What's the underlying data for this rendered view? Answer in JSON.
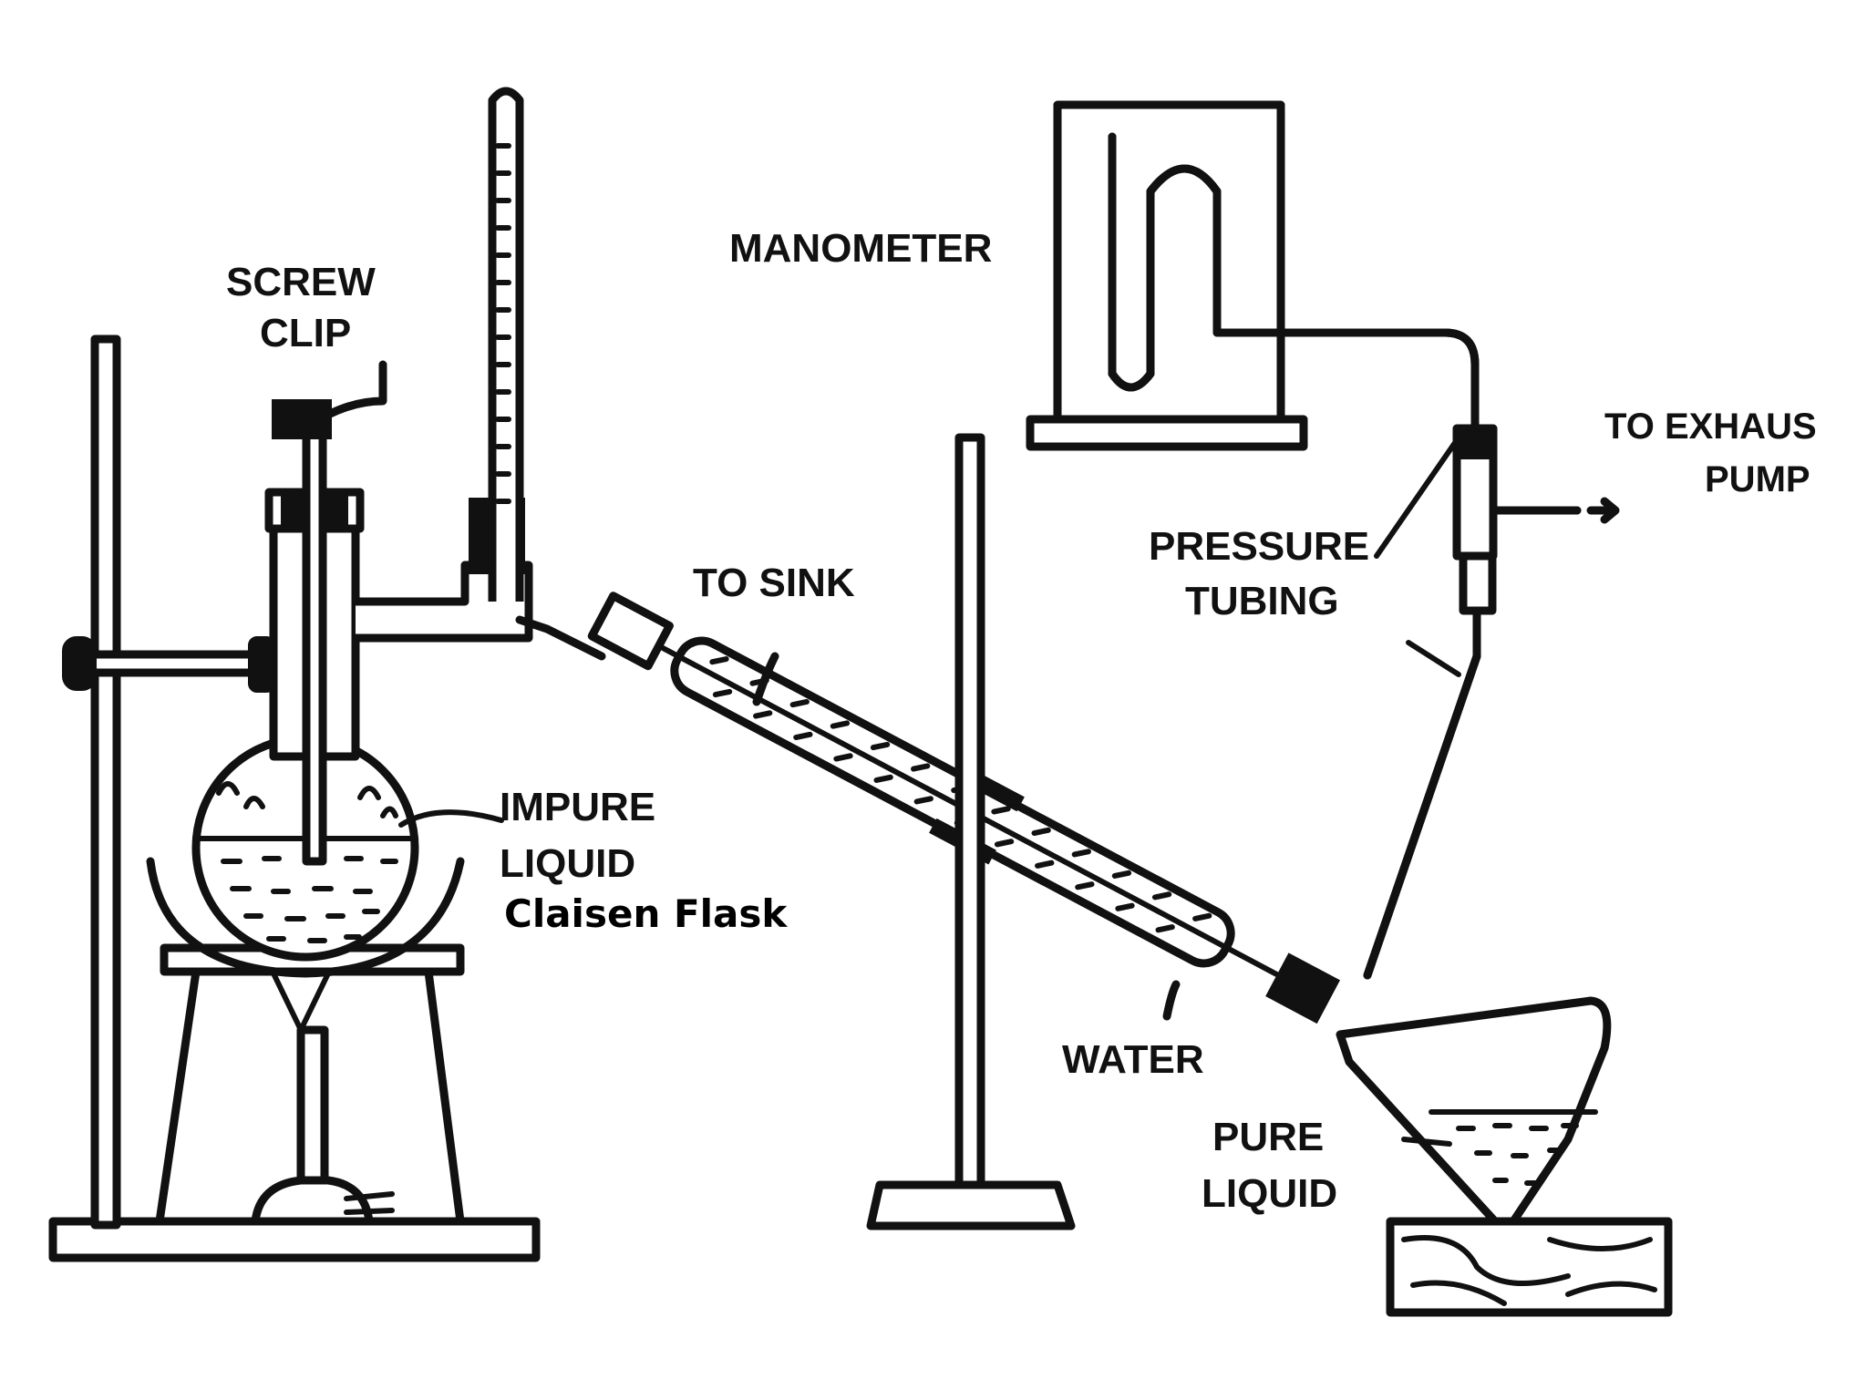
{
  "labels": {
    "screw_clip_line1": "SCREW",
    "screw_clip_line2": "CLIP",
    "manometer": "MANOMETER",
    "to_exhaust_line1": "TO EXHAUS",
    "to_exhaust_line2": "PUMP",
    "pressure_line1": "PRESSURE",
    "pressure_line2": "TUBING",
    "to_sink": "TO SINK",
    "impure_line1": "IMPURE",
    "impure_line2": "LIQUID",
    "claisen": "Claisen Flask",
    "water": "WATER",
    "pure_line1": "PURE",
    "pure_line2": "LIQUID"
  },
  "colors": {
    "ink": "#111111",
    "background": "#ffffff"
  }
}
